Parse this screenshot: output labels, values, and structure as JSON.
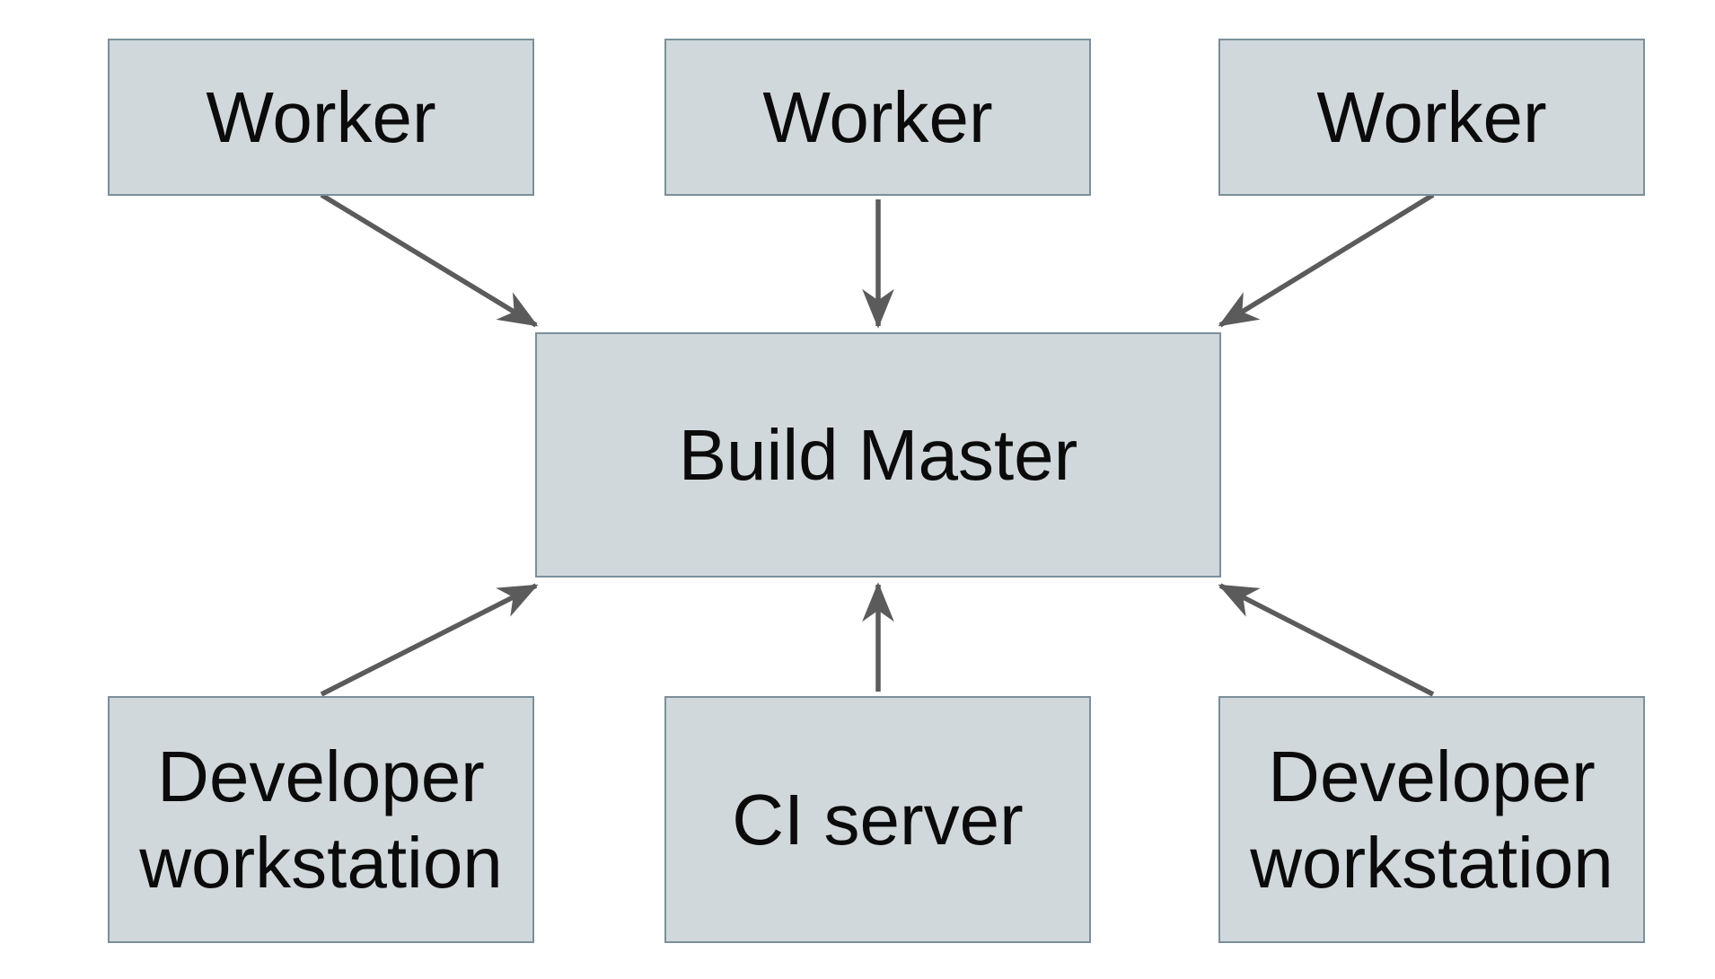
{
  "diagram": {
    "nodes": {
      "worker1": {
        "label": "Worker"
      },
      "worker2": {
        "label": "Worker"
      },
      "worker3": {
        "label": "Worker"
      },
      "build_master": {
        "label": "Build Master"
      },
      "dev_ws1": {
        "label": "Developer workstation"
      },
      "ci_server": {
        "label": "CI server"
      },
      "dev_ws2": {
        "label": "Developer workstation"
      }
    },
    "edges": [
      {
        "from": "worker1",
        "to": "build_master"
      },
      {
        "from": "worker2",
        "to": "build_master"
      },
      {
        "from": "worker3",
        "to": "build_master"
      },
      {
        "from": "dev_ws1",
        "to": "build_master"
      },
      {
        "from": "ci_server",
        "to": "build_master"
      },
      {
        "from": "dev_ws2",
        "to": "build_master"
      }
    ],
    "colors": {
      "node_fill": "#d1d8db",
      "node_border": "#7b8f9a",
      "arrow": "#5b5b5b",
      "text": "#0b0b0b",
      "background": "#ffffff"
    }
  }
}
